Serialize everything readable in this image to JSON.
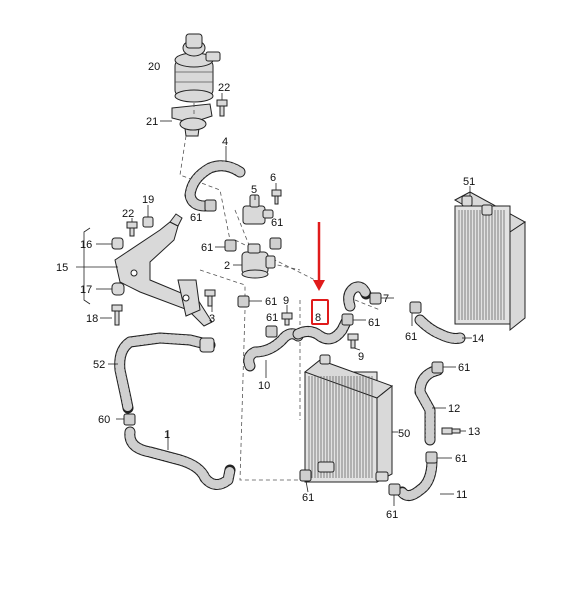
{
  "accent_color": "#e01b1b",
  "labels": {
    "p1": "1",
    "p2": "2",
    "p3": "3",
    "p4": "4",
    "p5": "5",
    "p6": "6",
    "p7": "7",
    "p8": "8",
    "p9a": "9",
    "p9b": "9",
    "p10": "10",
    "p11": "11",
    "p12": "12",
    "p13": "13",
    "p14": "14",
    "p15": "15",
    "p16": "16",
    "p17": "17",
    "p18": "18",
    "p19": "19",
    "p20": "20",
    "p21": "21",
    "p22a": "22",
    "p22b": "22",
    "p50": "50",
    "p51": "51",
    "p52": "52",
    "p60": "60",
    "c61a": "61",
    "c61b": "61",
    "c61c": "61",
    "c61d": "61",
    "c61e": "61",
    "c61f": "61",
    "c61g": "61",
    "c61h": "61",
    "c61i": "61",
    "c61j": "61",
    "c61k": "61"
  }
}
